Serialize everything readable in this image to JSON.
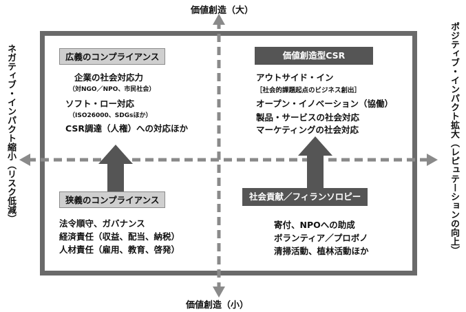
{
  "axes": {
    "top": "価値創造（大）",
    "bottom": "価値創造（小）",
    "left": "ネガティブ・インパクト縮小（リスク低減）",
    "right": "ポジティブ・インパクト拡大（レピュテーションの向上）"
  },
  "quadrants": {
    "top_left": {
      "title": "広義のコンプライアンス",
      "items": [
        "企業の社会対応力",
        "（対NGO／NPO、市民社会）",
        "ソフト・ロー対応",
        "（ISO26000、SDGsほか）",
        "CSR調達（人権）への対応ほか"
      ]
    },
    "top_right": {
      "title": "価値創造型CSR",
      "items": [
        "アウトサイド・イン",
        "［社会的課題起点のビジネス創出］",
        "オープン・イノベーション（協働）",
        "製品・サービスの社会対応",
        "マーケティングの社会対応"
      ]
    },
    "bottom_left": {
      "title": "狭義のコンプライアンス",
      "items": [
        "法令順守、ガバナンス",
        "経済責任（収益、配当、納税）",
        "人材責任（雇用、教育、啓発）"
      ]
    },
    "bottom_right": {
      "title": "社会貢献／フィランソロピー",
      "items": [
        "寄付、NPOへの助成",
        "ボランティア／プロボノ",
        "清掃活動、植林活動ほか"
      ]
    }
  },
  "colors": {
    "frame": "#6a6a6a",
    "axis": "#8a8a8a",
    "arrow": "#555555",
    "header_light": "#cfcfcf",
    "header_dark": "#555555"
  }
}
